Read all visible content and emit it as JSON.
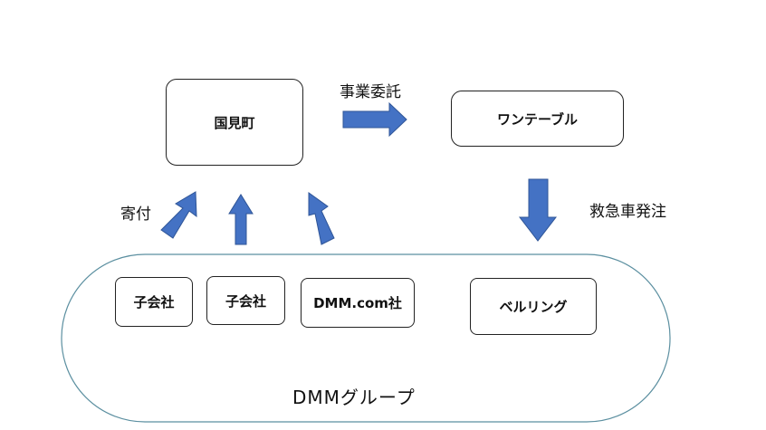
{
  "nodes": {
    "kunimi": "国見町",
    "onetable": "ワンテーブル",
    "child1": "子会社",
    "child2": "子会社",
    "dmmcom": "DMM.com社",
    "belring": "ベルリング"
  },
  "edges": {
    "outsourcing": "事業委託",
    "donation": "寄付",
    "ambulance_order": "救急車発注"
  },
  "group": {
    "label": "DMMグループ"
  },
  "colors": {
    "arrow_fill": "#4472C4",
    "arrow_stroke": "#2F5597",
    "group_outline": "#5B8FA0",
    "box_border": "#222222"
  }
}
